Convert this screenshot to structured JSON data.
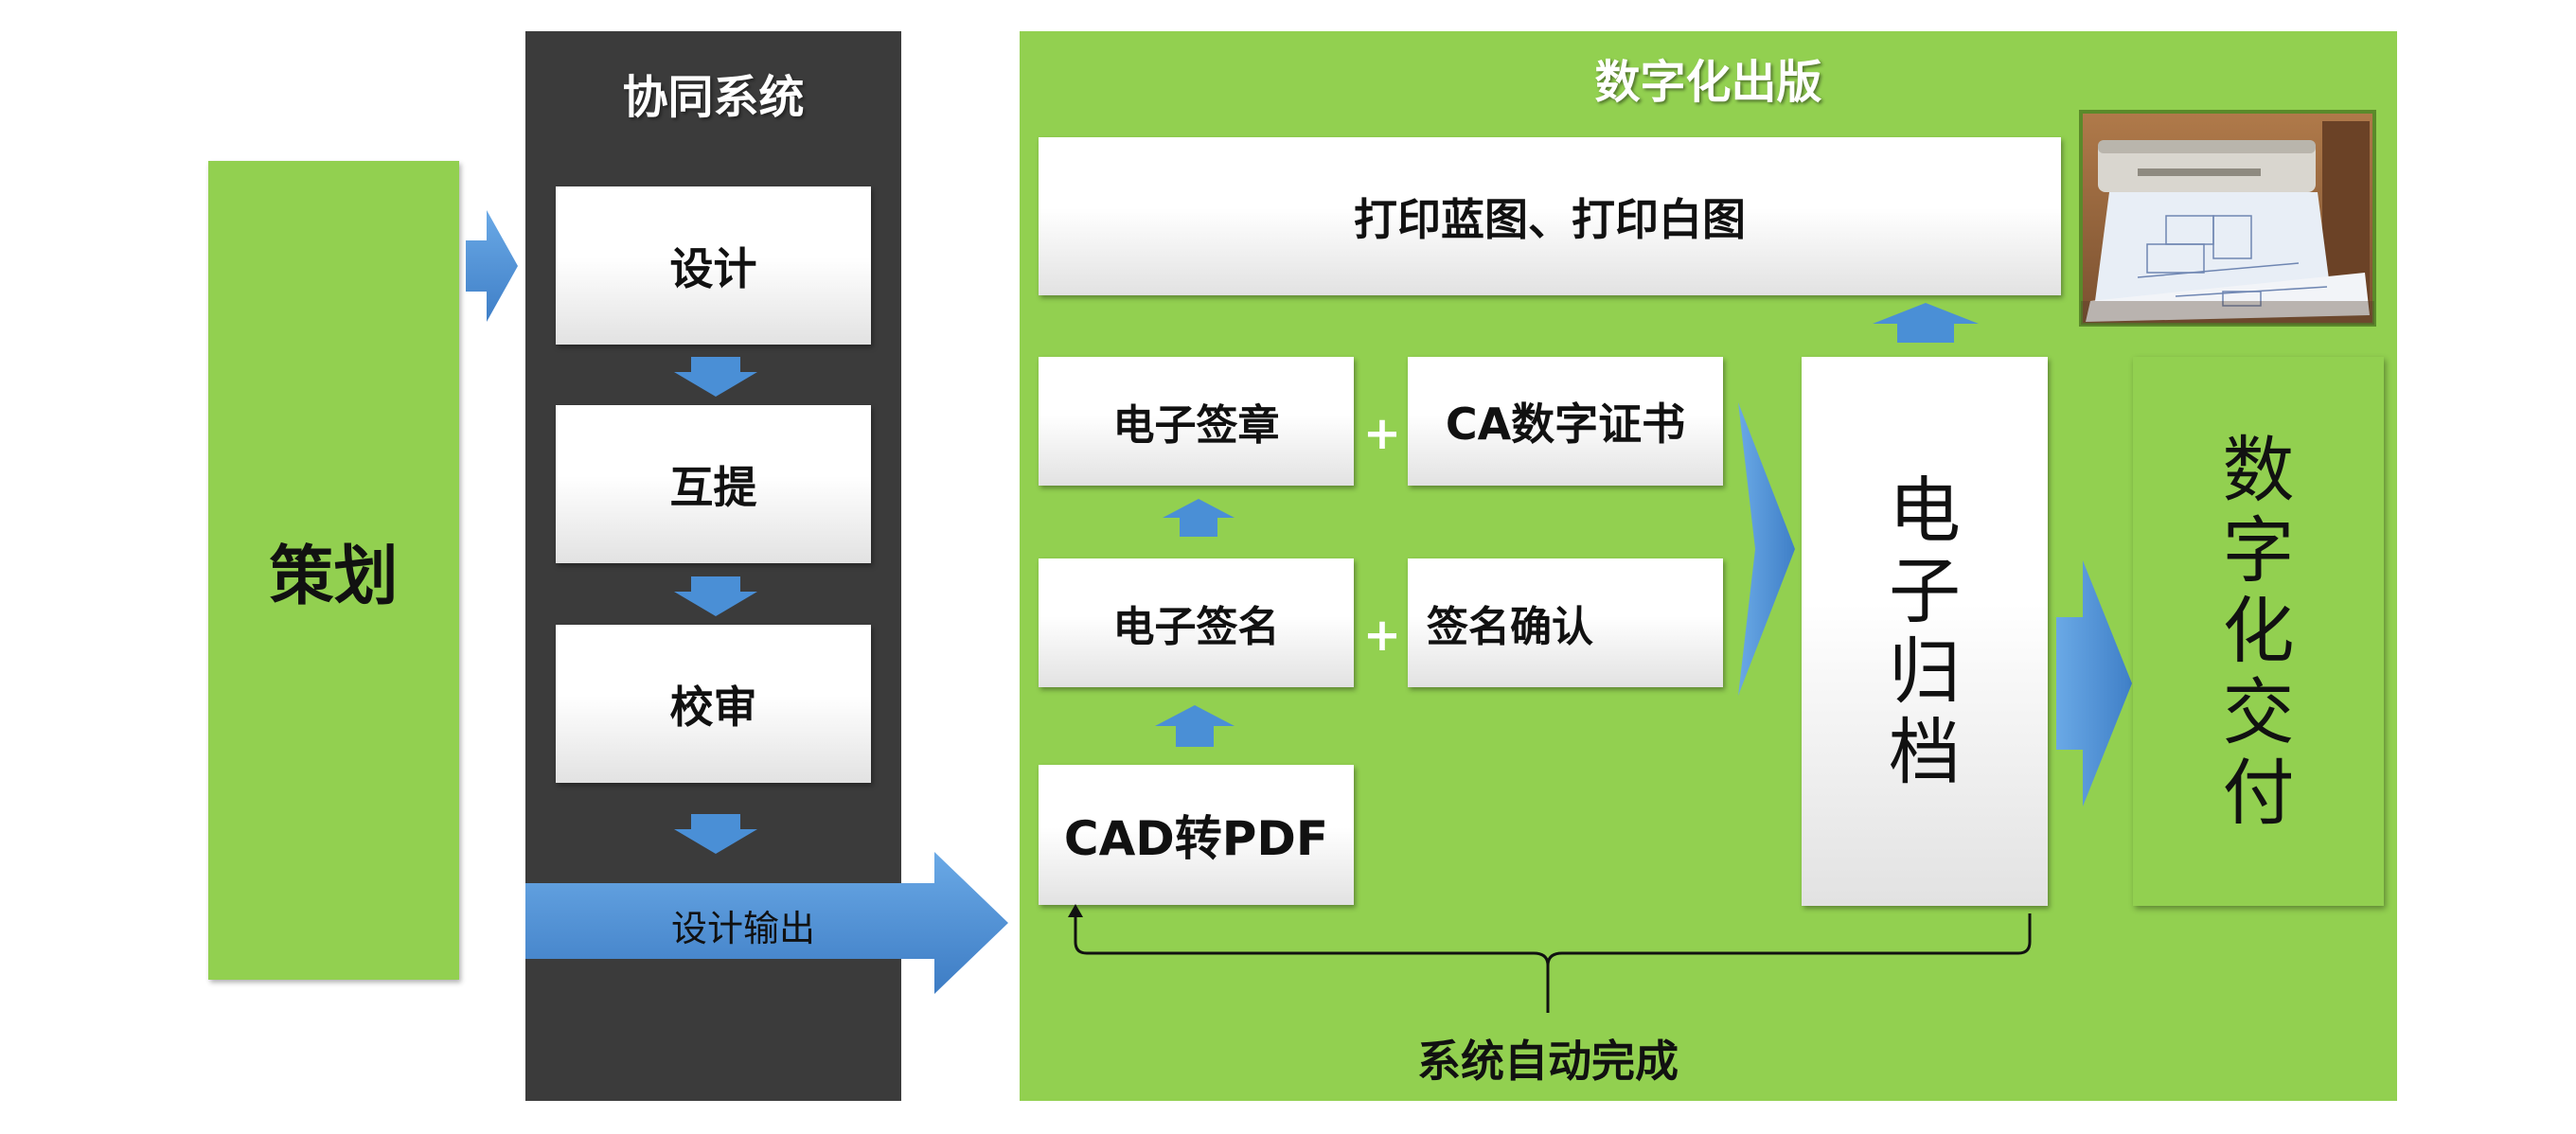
{
  "planning": {
    "label": "策划"
  },
  "collab": {
    "title": "协同系统",
    "steps": [
      "设计",
      "互提",
      "校审"
    ],
    "output": "设计输出"
  },
  "digital": {
    "title": "数字化出版",
    "print": "打印蓝图、打印白图",
    "e_seal": "电子签章",
    "ca_cert": "CA数字证书",
    "e_sign": "电子签名",
    "sign_confirm": "签名确认",
    "cad_pdf": "CAD转PDF",
    "plus": "+",
    "archive": [
      "电",
      "子",
      "归",
      "档"
    ],
    "delivery": [
      "数",
      "字",
      "化",
      "交",
      "付"
    ],
    "auto_note": "系统自动完成"
  },
  "colors": {
    "green": "#92d050",
    "dark": "#3a3a3a",
    "arrow_blue": "#4a8fd6"
  }
}
